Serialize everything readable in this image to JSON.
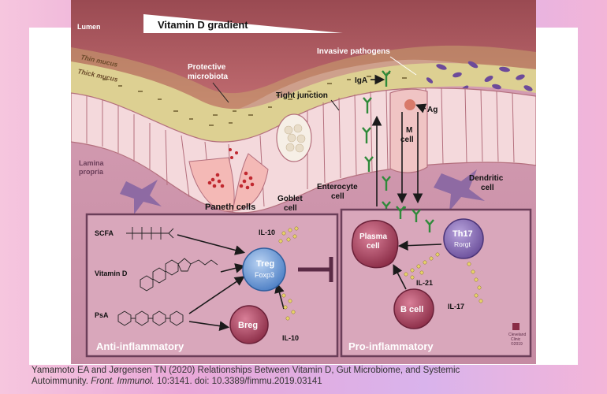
{
  "figure": {
    "gradient_title": "Vitamin D gradient",
    "lumen": "Lumen",
    "thin_mucus": "Thin mucus",
    "thick_mucus": "Thick mucus",
    "protective_microbiota": [
      "Protective",
      "microbiota"
    ],
    "invasive_pathogens": "Invasive pathogens",
    "tight_junction": "Tight junction",
    "iga": "IgA",
    "ag": "Ag",
    "m_cell": [
      "M",
      "cell"
    ],
    "enterocyte_cell": [
      "Enterocyte",
      "cell"
    ],
    "goblet_cell": [
      "Goblet",
      "cell"
    ],
    "paneth_cells": "Paneth cells",
    "lamina_propria": [
      "Lamina",
      "propria"
    ],
    "dendritic_cell": [
      "Dendritic",
      "cell"
    ],
    "anti_panel": {
      "title": "Anti-inflammatory",
      "scfa": "SCFA",
      "vitamin_d": "Vitamin D",
      "psa": "PsA",
      "il10_top": "IL-10",
      "il10_bottom": "IL-10",
      "treg": "Treg",
      "foxp3": "Foxp3",
      "breg": "Breg"
    },
    "pro_panel": {
      "title": "Pro-inflammatory",
      "plasma_cell": [
        "Plasma",
        "cell"
      ],
      "th17": "Th17",
      "rorgt": "Rorgt",
      "il21": "IL-21",
      "il17": "IL-17",
      "b_cell": "B cell"
    },
    "logo": [
      "Cleveland",
      "Clinic",
      "©2019"
    ]
  },
  "caption": {
    "line1": "Yamamoto EA and Jørgensen TN (2020) Relationships Between Vitamin D, Gut Microbiome, and Systemic",
    "line2_prefix": "Autoimmunity.",
    "journal": "Front. Immunol.",
    "line2_suffix": "10:3141. doi: 10.3389/fimmu.2019.03141"
  },
  "colors": {
    "lumen": "#b86266",
    "mucus": "#d6c78a",
    "epithelium": "#f4d9dc",
    "lamina": "#c98aa4",
    "panel_border": "#6b3e59",
    "treg": "#5d8fd0",
    "plasma": "#9e3b55",
    "th17": "#7c5fa8"
  }
}
